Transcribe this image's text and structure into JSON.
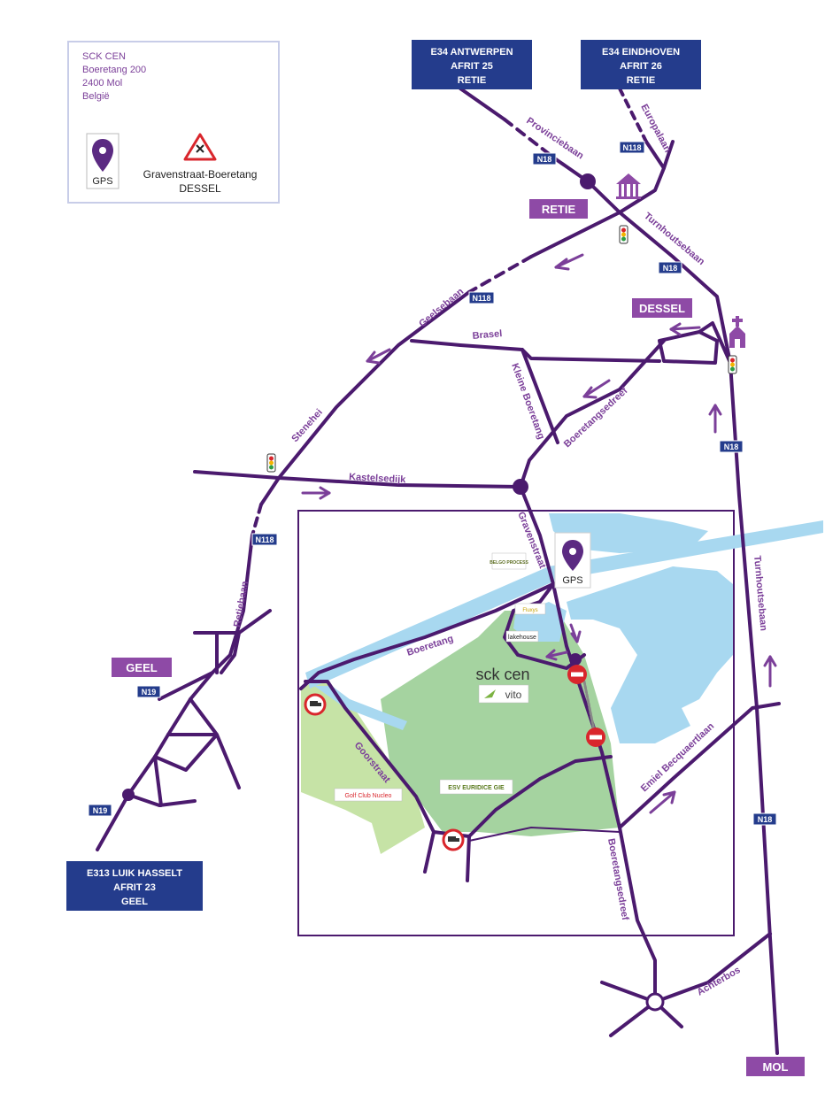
{
  "colors": {
    "road": "#4b1a6e",
    "label": "#7b3f99",
    "highway_sign": "#243c8c",
    "town_label_bg": "#8e4aa6",
    "water": "#a8d8f0",
    "site_green": "#a5d3a0",
    "golf_green": "#c6e3a6",
    "route_badge": "#243c8c",
    "no_entry": "#d9262c"
  },
  "legend": {
    "address_lines": [
      "SCK CEN",
      "Boeretang 200",
      "2400 Mol",
      "België"
    ],
    "gps_label": "GPS",
    "warning_title": "Gravenstraat-Boeretang",
    "warning_town": "DESSEL",
    "gps_icon": "map-pin-icon",
    "warning_icon": "crossroads-warning-icon"
  },
  "highway_signs": {
    "antwerpen": [
      "E34 ANTWERPEN",
      "AFRIT 25",
      "RETIE"
    ],
    "eindhoven": [
      "E34 EINDHOVEN",
      "AFRIT 26",
      "RETIE"
    ],
    "luik": [
      "E313 LUIK HASSELT",
      "AFRIT 23",
      "GEEL"
    ]
  },
  "towns": {
    "retie": "RETIE",
    "dessel": "DESSEL",
    "geel": "GEEL",
    "mol": "MOL"
  },
  "route_badges": {
    "n18_retie": "N18",
    "n118_europalaan": "N118",
    "n18_turnhoutsebaan": "N18",
    "n118_geelsebaan": "N118",
    "n18_east": "N18",
    "n118_retiebaan": "N118",
    "n19_geel": "N19",
    "n19_south": "N19",
    "n18_south": "N18"
  },
  "streets": {
    "provinciebaan": "Provinciebaan",
    "europalaan": "Europalaan",
    "turnhoutsebaan_north": "Turnhoutsebaan",
    "geelsebaan": "Geelsebaan",
    "brasel": "Brasel",
    "kleine_boeretang": "Kleine Boeretang",
    "boeretangsedreef_north": "Boeretangsedreef",
    "stenehei": "Stenehei",
    "kastelsedijk": "Kastelsedijk",
    "gravenstraat": "Gravenstraat",
    "boeretang": "Boeretang",
    "turnhoutsebaan_east": "Turnhoutsebaan",
    "retiebaan": "Retiebaan",
    "goorstraat": "Goorstraat",
    "emiel_becquaertlaan": "Emiel Becquaertlaan",
    "boeretangsedreef_south": "Boeretangsedreef",
    "achterbos": "Achterbos"
  },
  "site": {
    "gps_label": "GPS",
    "sckcen_logo": "sck cen",
    "vito_logo": "vito",
    "belgoprocess": "BELGO PROCESS",
    "small_logo": "Fluxys",
    "lakehouse": "lakehouse",
    "golf_club": "Golf Club Nucleo",
    "esv": "ESV EURIDICE GIE"
  },
  "icons": {
    "traffic_light": "traffic-light-icon",
    "church": "church-icon",
    "town_hall": "town-hall-icon",
    "no_entry": "no-entry-icon",
    "truck_restriction": "no-trucks-icon",
    "direction_arrow": "direction-arrow-icon"
  }
}
